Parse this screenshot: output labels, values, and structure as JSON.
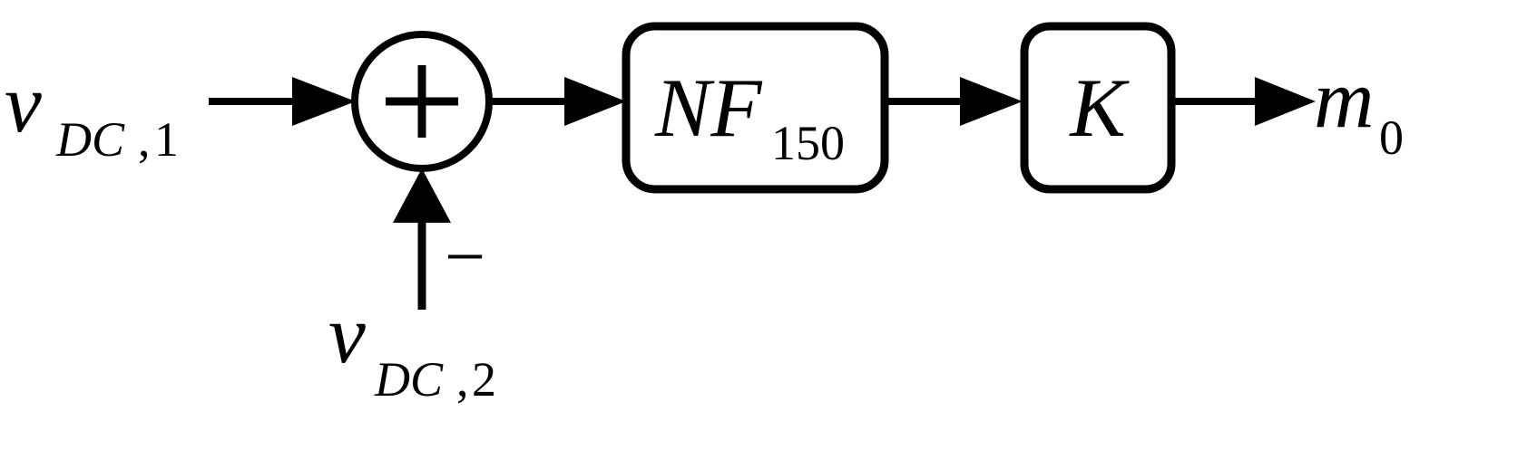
{
  "inputs": {
    "v1": {
      "main": "v",
      "sub_letters": "DC",
      "sub_comma": ",",
      "sub_number": "1"
    },
    "v2": {
      "main": "v",
      "sub_letters": "DC",
      "sub_comma": ",",
      "sub_number": "2"
    }
  },
  "summing_junction": {
    "symbol": "+",
    "minus_sign": "−"
  },
  "blocks": {
    "filter": {
      "main": "NF",
      "sub_number": "150"
    },
    "gain": {
      "main": "K"
    }
  },
  "output": {
    "main": "m",
    "sub_number": "0"
  },
  "colors": {
    "stroke": "#000000",
    "background": "#ffffff"
  }
}
